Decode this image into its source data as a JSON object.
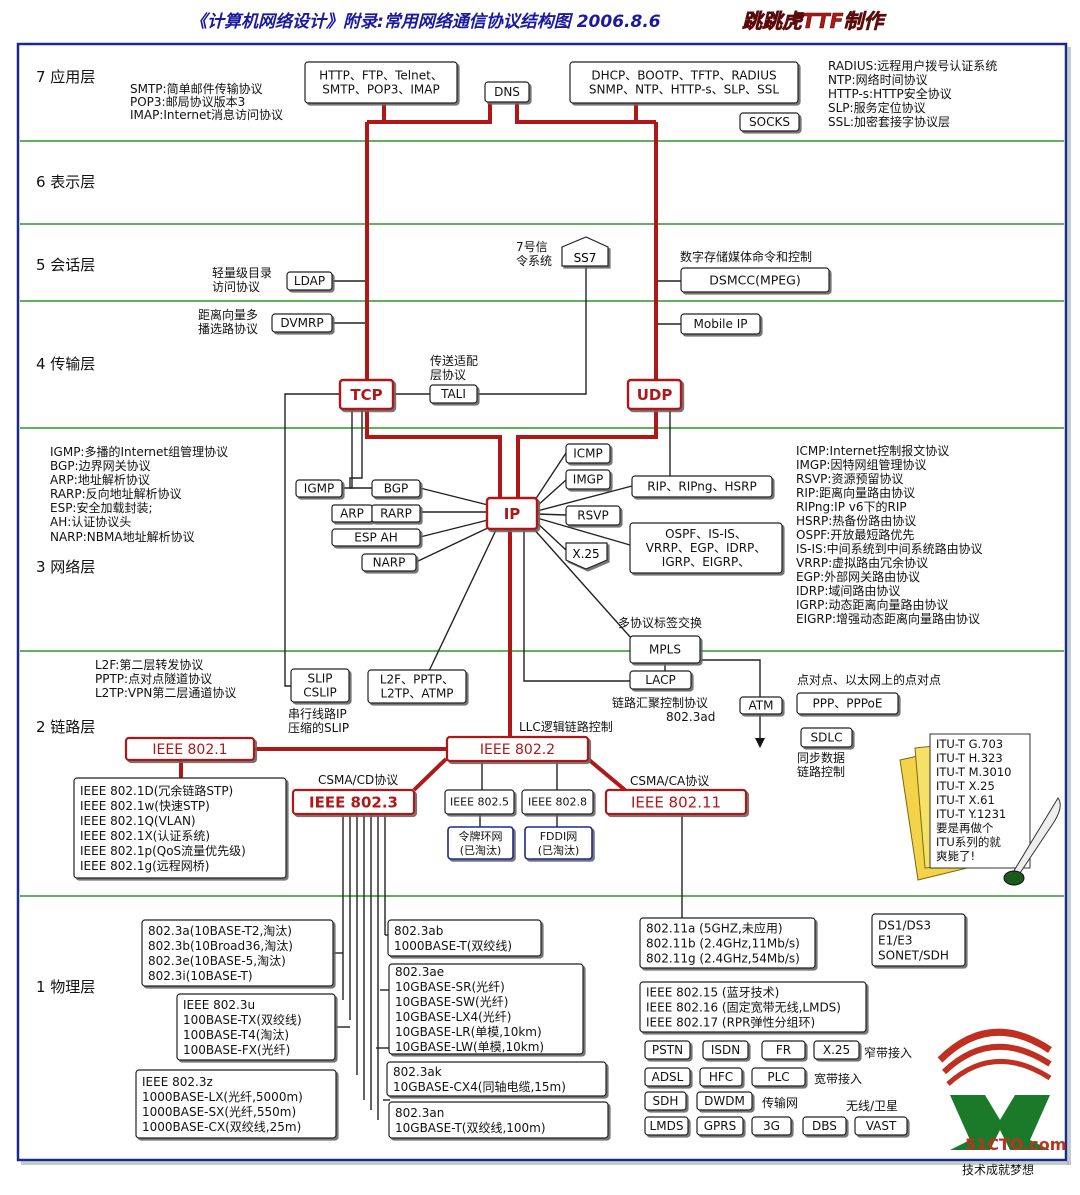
{
  "title": "《计算机网络设计》附录:常用网络通信协议结构图  2006.8.6",
  "author": "跳跳虎TTF制作",
  "watermark_site": "51CTO.com",
  "watermark_slogan": "技术成就梦想",
  "layers": {
    "l7": "7 应用层",
    "l6": "6 表示层",
    "l5": "5 会话层",
    "l4": "4 传输层",
    "l3": "3 网络层",
    "l2": "2 链路层",
    "l1": "1 物理层"
  },
  "notes": {
    "app_left": [
      "SMTP:简单邮件传输协议",
      "POP3:邮局协议版本3",
      "IMAP:Internet消息访问协议"
    ],
    "app_right": [
      "RADIUS:远程用户拨号认证系统",
      "NTP:网络时间协议",
      "HTTP-s:HTTP安全协议",
      "SLP:服务定位协议",
      "SSL:加密套接字协议层"
    ],
    "net_left": [
      "IGMP:多播的Internet组管理协议",
      "BGP:边界网关协议",
      "ARP:地址解析协议",
      "RARP:反向地址解析协议",
      "ESP:安全加载封装;",
      "AH:认证协议头",
      "NARP:NBMA地址解析协议"
    ],
    "net_right": [
      "ICMP:Internet控制报文协议",
      "IMGP:因特网组管理协议",
      "RSVP:资源预留协议",
      "RIP:距离向量路由协议",
      "RIPng:IP v6下的RIP",
      "HSRP:热备份路由协议",
      "OSPF:开放最短路优先",
      "IS-IS:中间系统到中间系统路由协议",
      "VRRP:虚拟路由冗余协议",
      "EGP:外部网关路由协议",
      "IDRP:域间路由协议",
      "IGRP:动态距离向量路由协议",
      "EIGRP:增强动态距离向量路由协议"
    ],
    "link_left": [
      "L2F:第二层转发协议",
      "PPTP:点对点隧道协议",
      "L2TP:VPN第二层通道协议"
    ],
    "itu": [
      "ITU-T G.703",
      "ITU-T H.323",
      "ITU-T M.3010",
      "ITU-T X.25",
      "ITU-T X.61",
      "ITU-T Y.1231",
      "要是再做个",
      "ITU系列的就",
      "爽毙了!"
    ]
  },
  "labels": {
    "ss7": "7号信令系统",
    "ss7_l1": "7号信",
    "ss7_l2": "令系统",
    "dsmcc_caption": "数字存储媒体命令和控制",
    "ldap_caption_l1": "轻量级目录",
    "ldap_caption_l2": "访问协议",
    "dvmrp_caption_l1": "距离向量多",
    "dvmrp_caption_l2": "播选路协议",
    "tali_caption_l1": "传送适配",
    "tali_caption_l2": "层协议",
    "mpls_caption": "多协议标签交换",
    "lacp_caption": "链路汇聚控制协议",
    "lacp_std": "802.3ad",
    "slip_caption_l1": "串行线路IP",
    "slip_caption_l2": "压缩的SLIP",
    "llc_caption": "LLC逻辑链路控制",
    "ppp_caption": "点对点、以太网上的点对点",
    "sdlc_caption_l1": "同步数据",
    "sdlc_caption_l2": "链路控制",
    "csma_cd": "CSMA/CD协议",
    "csma_ca": "CSMA/CA协议",
    "narrowband": "窄带接入",
    "broadband": "宽带接入",
    "transport_net": "传输网",
    "wireless": "无线/卫星"
  },
  "boxes": {
    "http_group": [
      "HTTP、FTP、Telnet、",
      "SMTP、POP3、IMAP"
    ],
    "dns": "DNS",
    "dhcp_group": [
      "DHCP、BOOTP、TFTP、RADIUS",
      "SNMP、NTP、HTTP-s、SLP、SSL"
    ],
    "socks": "SOCKS",
    "ss7": "SS7",
    "ldap": "LDAP",
    "dsmcc": "DSMCC(MPEG)",
    "dvmrp": "DVMRP",
    "mobile_ip": "Mobile IP",
    "tcp": "TCP",
    "udp": "UDP",
    "tali": "TALI",
    "ip": "IP",
    "icmp": "ICMP",
    "imgp": "IMGP",
    "rip_group": "RIP、RIPng、HSRP",
    "rsvp": "RSVP",
    "x25": "X.25",
    "ospf_group": [
      "OSPF、IS-IS、",
      "VRRP、EGP、IDRP、",
      "IGRP、EIGRP、"
    ],
    "igmp": "IGMP",
    "bgp": "BGP",
    "arp": "ARP",
    "rarp": "RARP",
    "esp_ah": "ESP  AH",
    "narp": "NARP",
    "mpls": "MPLS",
    "lacp": "LACP",
    "atm": "ATM",
    "slip": [
      "SLIP",
      "CSLIP"
    ],
    "l2f_group": [
      "L2F、PPTP、",
      "L2TP、ATMP"
    ],
    "ppp": "PPP、PPPoE",
    "sdlc": "SDLC",
    "ieee8021": "IEEE 802.1",
    "ieee8022": "IEEE 802.2",
    "ieee8023": "IEEE 802.3",
    "ieee8025": "IEEE 802.5",
    "ieee8028": "IEEE 802.8",
    "ieee80211": "IEEE 802.11",
    "token_ring": [
      "令牌环网",
      "(已淘汰)"
    ],
    "fddi": [
      "FDDI网",
      "(已淘汰)"
    ],
    "ieee8021_list": [
      "IEEE 802.1D(冗余链路STP)",
      "IEEE 802.1w(快速STP)",
      "IEEE 802.1Q(VLAN)",
      "IEEE 802.1X(认证系统)",
      "IEEE 802.1p(QoS流量优先级)",
      "IEEE 802.1g(远程网桥)"
    ],
    "std_8023a": [
      "802.3a(10BASE-T2,淘汰)",
      "802.3b(10Broad36,淘汰)",
      "802.3e(10BASE-5,淘汰)",
      "802.3i(10BASE-T)"
    ],
    "std_8023u": [
      "IEEE 802.3u",
      "100BASE-TX(双绞线)",
      "100BASE-T4(淘汰)",
      "100BASE-FX(光纤)"
    ],
    "std_8023z": [
      "IEEE 802.3z",
      "1000BASE-LX(光纤,5000m)",
      "1000BASE-SX(光纤,550m)",
      "1000BASE-CX(双绞线,25m)"
    ],
    "std_8023ab": [
      "802.3ab",
      "1000BASE-T(双绞线)"
    ],
    "std_8023ae": [
      "802.3ae",
      "10GBASE-SR(光纤)",
      "10GBASE-SW(光纤)",
      "10GBASE-LX4(光纤)",
      "10GBASE-LR(单模,10km)",
      "10GBASE-LW(单模,10km)"
    ],
    "std_8023ak": [
      "802.3ak",
      "10GBASE-CX4(同轴电缆,15m)"
    ],
    "std_8023an": [
      "802.3an",
      "10GBASE-T(双绞线,100m)"
    ],
    "std_80211": [
      "802.11a (5GHZ,未应用)",
      "802.11b (2.4GHz,11Mb/s)",
      "802.11g (2.4GHz,54Mb/s)"
    ],
    "std_80215": [
      "IEEE 802.15 (蓝牙技术)",
      "IEEE 802.16 (固定宽带无线,LMDS)",
      "IEEE 802.17 (RPR弹性分组环)"
    ],
    "ds_group": [
      "DS1/DS3",
      "E1/E3",
      "SONET/SDH"
    ],
    "narrow": [
      "PSTN",
      "ISDN",
      "FR",
      "X.25"
    ],
    "broad": [
      "ADSL",
      "HFC",
      "PLC"
    ],
    "trans": [
      "SDH",
      "DWDM"
    ],
    "wireless": [
      "LMDS",
      "GPRS",
      "3G",
      "DBS",
      "VAST"
    ]
  },
  "colors": {
    "title_blue": "#1a1aa0",
    "author_red": "#b01818",
    "red_line": "#b01818",
    "layer_line": "#2a9a2a",
    "border_blue": "#1a2a8a",
    "watermark_red": "#c03020"
  }
}
